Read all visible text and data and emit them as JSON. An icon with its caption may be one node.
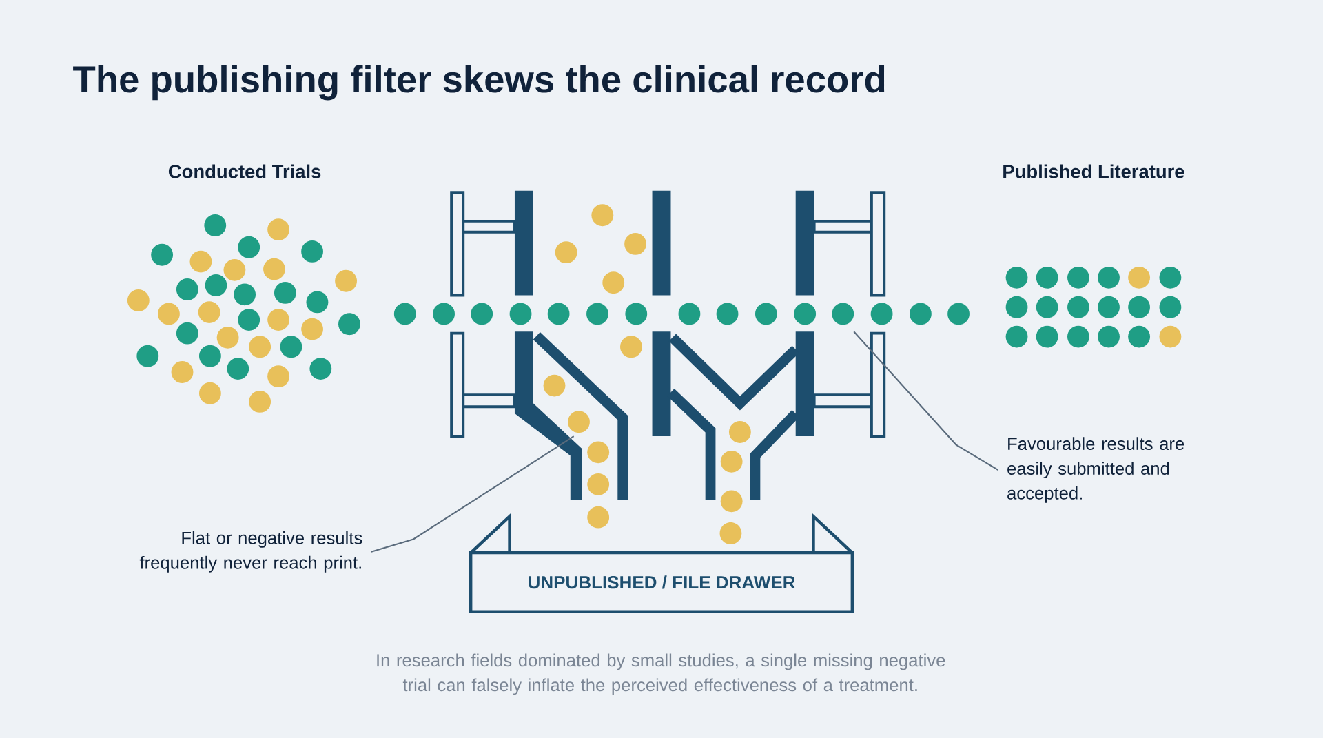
{
  "diagram": {
    "title": "The publishing filter skews the clinical record",
    "caption": "In research fields dominated by small studies, a single missing negative trial can falsely inflate the perceived effectiveness of a treatment.",
    "nodes": [
      {
        "text": [
          "Flat or negative results frequently never reach print."
        ]
      },
      {
        "text": [
          "Favourable results are easily submitted and accepted."
        ]
      },
      {
        "text": [
          "UNPUBLISHED / FILE DRAWER"
        ]
      }
    ],
    "edges": [
      {
        "from": 0,
        "to": null,
        "arrow": "none"
      },
      {
        "from": 1,
        "to": null,
        "arrow": "none"
      }
    ],
    "labels": [
      "Conducted Trials",
      "Published Literature"
    ]
  }
}
